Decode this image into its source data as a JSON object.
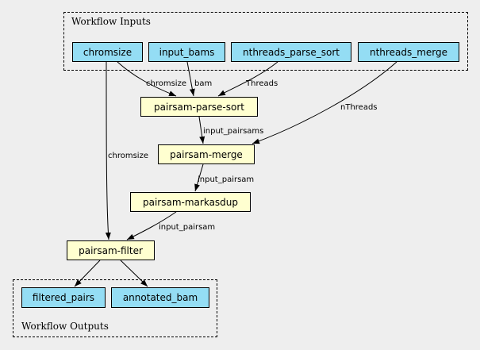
{
  "clusters": {
    "inputs": {
      "label": "Workflow Inputs"
    },
    "outputs": {
      "label": "Workflow Outputs"
    }
  },
  "inputs": {
    "chromsize": "chromsize",
    "input_bams": "input_bams",
    "nthreads_parse_sort": "nthreads_parse_sort",
    "nthreads_merge": "nthreads_merge"
  },
  "steps": {
    "parse_sort": "pairsam-parse-sort",
    "merge": "pairsam-merge",
    "markasdup": "pairsam-markasdup",
    "filter": "pairsam-filter"
  },
  "outputs": {
    "filtered_pairs": "filtered_pairs",
    "annotated_bam": "annotated_bam"
  },
  "edge_labels": {
    "chromsize_to_parse_sort": "chromsize",
    "bam": "bam",
    "threads": "Threads",
    "nthreads": "nThreads",
    "input_pairsams": "input_pairsams",
    "input_pairsam_to_markasdup": "input_pairsam",
    "chromsize_to_filter": "chromsize",
    "input_pairsam_to_filter": "input_pairsam"
  },
  "colors": {
    "io_node": "#94ddf4",
    "step_node": "#ffffd0",
    "background": "#eeeeee"
  }
}
